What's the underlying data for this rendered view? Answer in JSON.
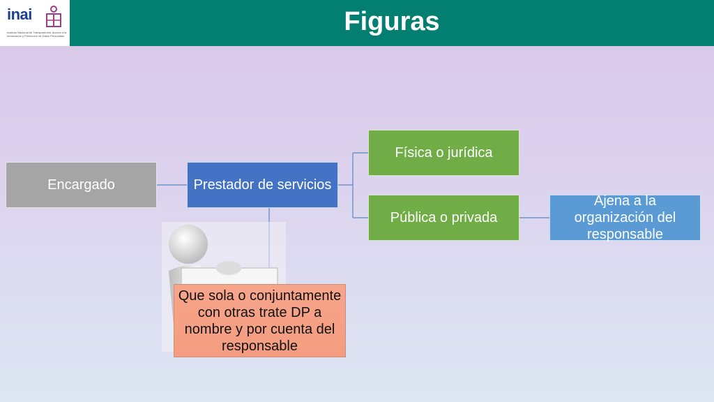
{
  "header": {
    "title": "Figuras",
    "logo": {
      "text": "inai",
      "subtitle": "Instituto Nacional de Transparencia, Acceso a la Información y Protección de Datos Personales"
    },
    "colors": {
      "bar": "#037f71",
      "logo": "#1c3f94"
    }
  },
  "diagram": {
    "nodes": {
      "encargado": "Encargado",
      "prestador": "Prestador de servicios",
      "fisica": "Física o jurídica",
      "publica": "Pública o privada",
      "ajena": "Ajena a la organización del responsable",
      "definicion": "Que sola o conjuntamente con otras trate DP a nombre y por cuenta del responsable"
    },
    "illustration": "3d-person-holding-sign-icon"
  }
}
